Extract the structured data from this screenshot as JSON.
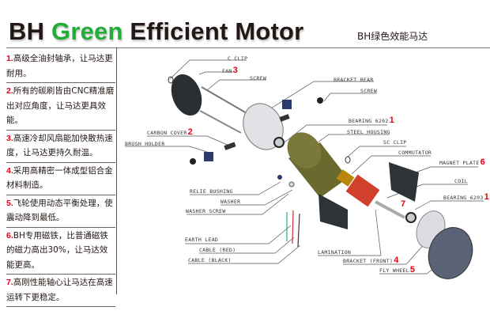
{
  "header": {
    "title_prefix": "BH ",
    "title_green": "Green",
    "title_suffix": " Efficient Motor",
    "subtitle": "BH绿色效能马达"
  },
  "features": [
    {
      "num": "1.",
      "text": "高级全油封轴承，让马达更耐用。"
    },
    {
      "num": "2.",
      "text": "所有的碳刷皆由CNC精准磨出对应角度，让马达更具效能。"
    },
    {
      "num": "3.",
      "text": "高速冷却风扇能加快散热速度，让马达更持久耐温。"
    },
    {
      "num": "4.",
      "text": "采用高精密一体成型铝合金材料制造。"
    },
    {
      "num": "5.",
      "text": "飞轮使用动态平衡处理，使震动降到最低。"
    },
    {
      "num": "6.",
      "text": "BH专用磁铁，比普通磁铁的磁力高出30%，让马达效能更高。"
    },
    {
      "num": "7.",
      "text": "高刚性能轴心让马达在高速运转下更稳定。"
    }
  ],
  "parts": [
    {
      "label": "C CLIP",
      "num": ""
    },
    {
      "label": "FAN",
      "num": "3"
    },
    {
      "label": "SCREW",
      "num": ""
    },
    {
      "label": "BRACKET REAR",
      "num": ""
    },
    {
      "label": "SCREW",
      "num": ""
    },
    {
      "label": "BEARING 6202",
      "num": "1"
    },
    {
      "label": "CARBON COVER",
      "num": "2"
    },
    {
      "label": "STEEL HOUSING",
      "num": ""
    },
    {
      "label": "BRUSH HOLDER",
      "num": ""
    },
    {
      "label": "SC CLIP",
      "num": ""
    },
    {
      "label": "COMMUTATOR",
      "num": ""
    },
    {
      "label": "MAGNET PLATE",
      "num": "6"
    },
    {
      "label": "COIL",
      "num": ""
    },
    {
      "label": "RELIE BUSHING",
      "num": ""
    },
    {
      "label": "WASHER",
      "num": ""
    },
    {
      "label": "BEARING 6203",
      "num": "1"
    },
    {
      "label": "WASHER SCREW",
      "num": ""
    },
    {
      "label": "EARTH LEAD",
      "num": ""
    },
    {
      "label": "CABLE (RED)",
      "num": ""
    },
    {
      "label": "LAMINATION",
      "num": ""
    },
    {
      "label": "CABLE (BLACK)",
      "num": ""
    },
    {
      "label": "BRACKET (FRONT)",
      "num": "4"
    },
    {
      "label": "FLY WHEEL",
      "num": "5"
    }
  ],
  "shaft_num": "7",
  "colors": {
    "accent_green": "#22ac38",
    "accent_red": "#e60012",
    "housing": "#6b6a2e",
    "coil": "#d0402a"
  }
}
